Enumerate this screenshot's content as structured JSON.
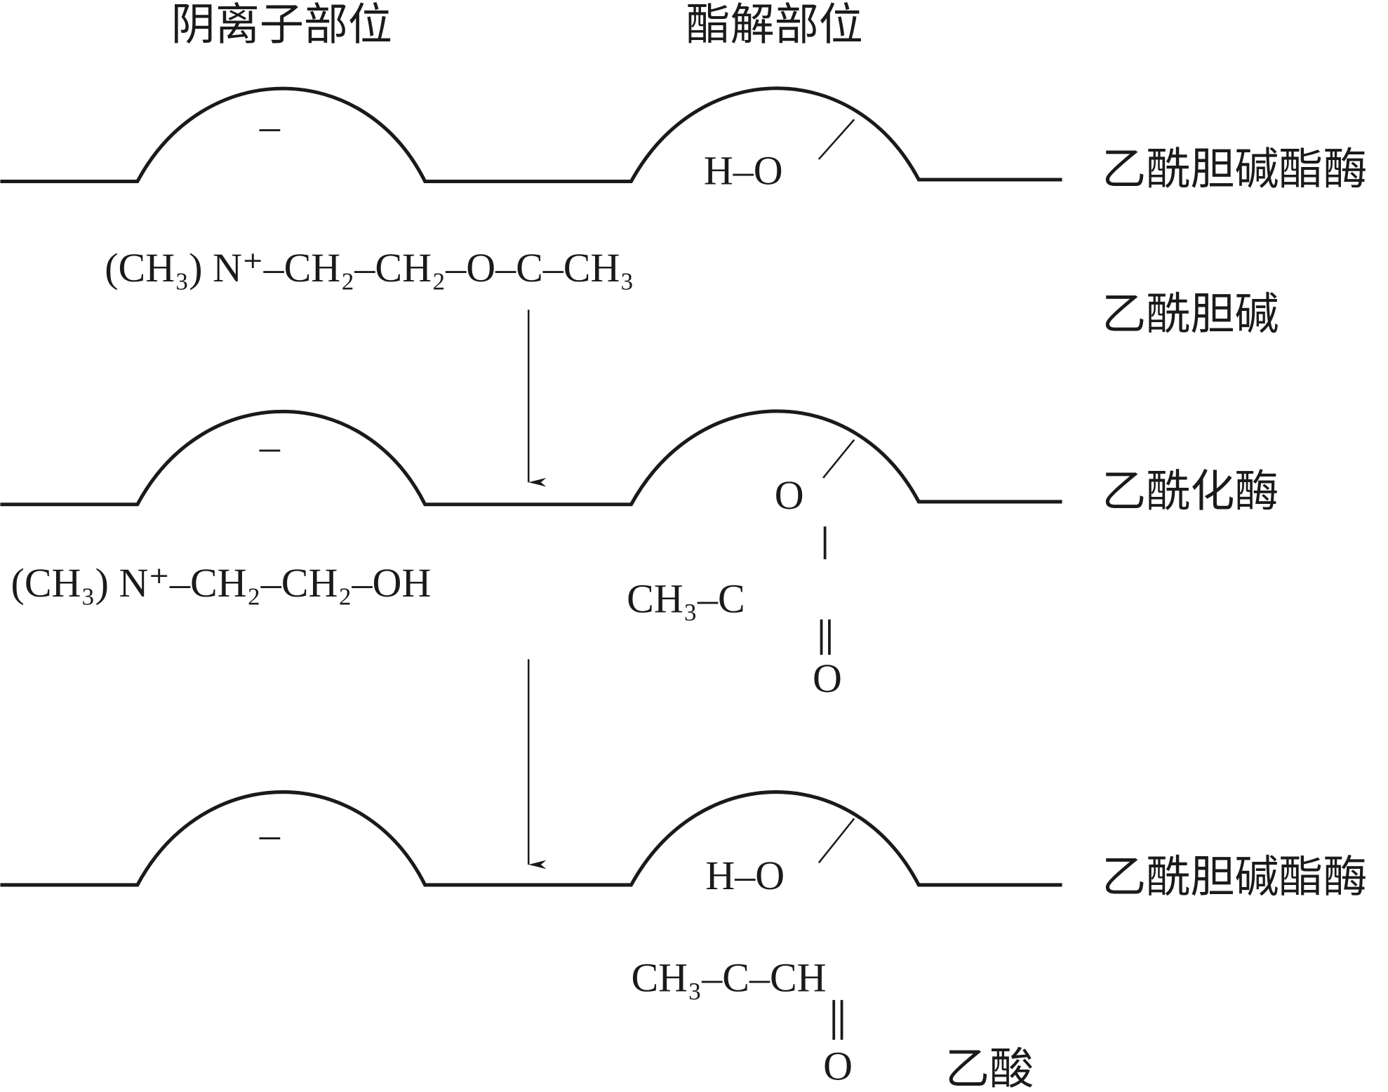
{
  "headers": {
    "anionic_site": "阴离子部位",
    "esteratic_site": "酯解部位"
  },
  "stage1": {
    "enzyme_label": "乙酰胆碱酯酶",
    "active_group": "H–O",
    "charge": "–",
    "substrate_formula": "(CH₃) N⁺–CH₂–CH₂–O–C–CH₃",
    "substrate_label": "乙酰胆碱"
  },
  "stage2": {
    "enzyme_label": "乙酰化酶",
    "charge": "–",
    "bound_oxygen": "O",
    "product_formula": "(CH₃) N⁺–CH₂–CH₂–OH",
    "acetyl_group": "CH₃–C",
    "carbonyl_oxygen": "O"
  },
  "stage3": {
    "enzyme_label": "乙酰胆碱酯酶",
    "active_group": "H–O",
    "charge": "–",
    "acid_formula": "CH₃–C–CH",
    "carbonyl_oxygen": "O",
    "acid_label": "乙酸"
  }
}
